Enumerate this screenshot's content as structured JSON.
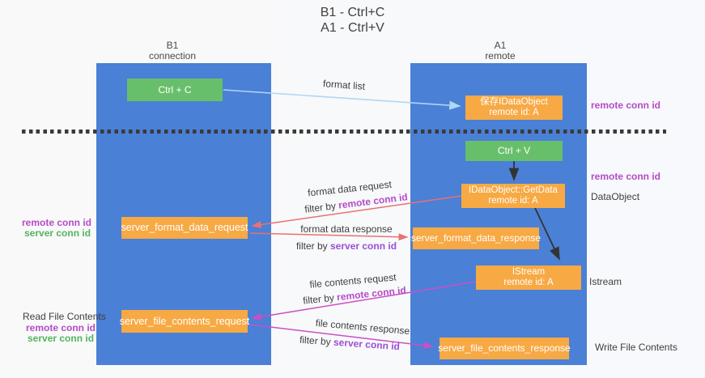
{
  "title": {
    "line1": "B1 - Ctrl+C",
    "line2": "A1 - Ctrl+V"
  },
  "lanes": {
    "left": {
      "name": "B1",
      "role": "connection"
    },
    "right": {
      "name": "A1",
      "role": "remote"
    }
  },
  "nodes": {
    "ctrl_c": {
      "label": "Ctrl + C"
    },
    "ctrl_v": {
      "label": "Ctrl + V"
    },
    "save_idataobject": {
      "line1": "保存IDataObject",
      "line2": "remote id: A"
    },
    "idataobject_getdata": {
      "line1": "IDataObject::GetData",
      "line2": "remote id: A"
    },
    "istream": {
      "line1": "IStream",
      "line2": "remote id: A"
    },
    "server_format_data_request": {
      "label": "server_format_data_request"
    },
    "server_format_data_response": {
      "label": "server_format_data_response"
    },
    "server_file_contents_request": {
      "label": "server_file_contents_request"
    },
    "server_file_contents_response": {
      "label": "server_file_contents_response"
    }
  },
  "arrow_labels": {
    "format_list": "format list",
    "format_data_request": "format data request",
    "format_data_response": "format data response",
    "file_contents_request": "file contents request",
    "file_contents_response": "file contents response",
    "filter_by": "filter by",
    "remote_conn_id": "remote conn id",
    "server_conn_id": "server conn id"
  },
  "side_labels": {
    "remote_conn_id": "remote conn id",
    "server_conn_id": "server conn id",
    "dataobject": "DataObject",
    "istream": "Istream",
    "read_file_contents": "Read File Contents",
    "write_file_contents": "Write File Contents"
  },
  "colors": {
    "lane_blue": "#4a80d6",
    "node_orange": "#f7a944",
    "node_green": "#68bf6b",
    "arrow_light_blue": "#aed7f2",
    "arrow_red": "#e87272",
    "arrow_magenta": "#ca4fc9",
    "arrow_black": "#333333",
    "text_purple": "#b44bc8",
    "text_violet": "#9a4fd4",
    "text_green": "#53b45e"
  }
}
